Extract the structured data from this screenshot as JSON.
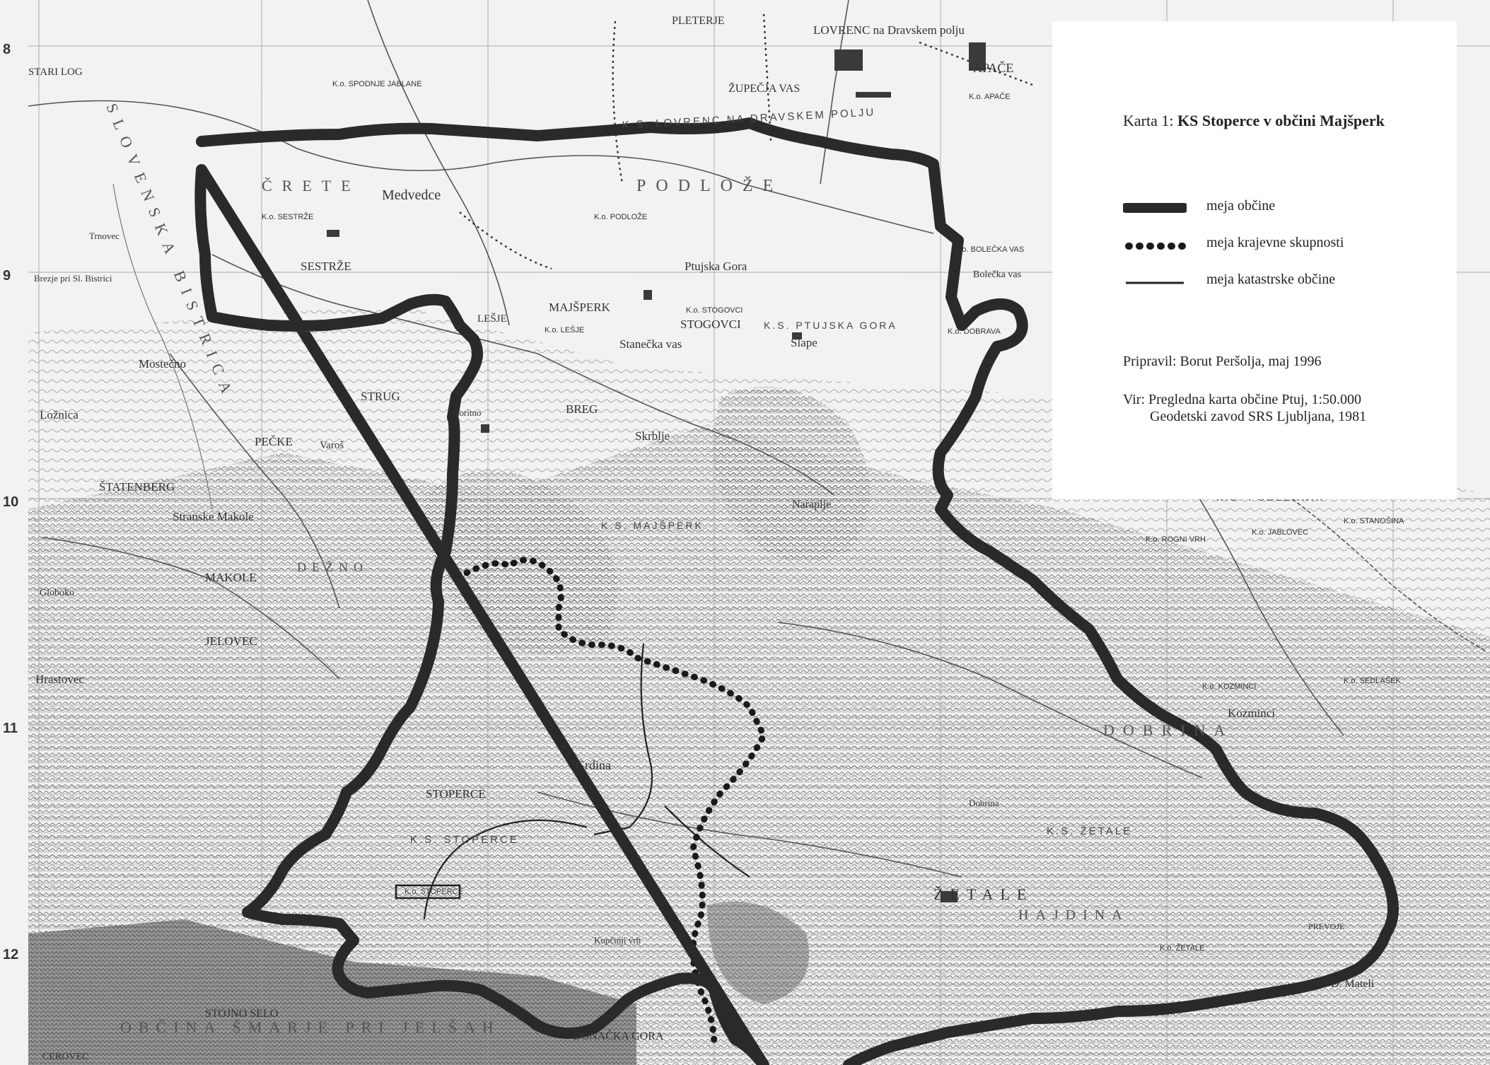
{
  "legend": {
    "title_prefix": "Karta 1:",
    "title_bold": "KS Stoperce v občini Majšperk",
    "items": [
      {
        "label": "meja občine",
        "symbol": "thick-line"
      },
      {
        "label": "meja krajevne skupnosti",
        "symbol": "dotted-line"
      },
      {
        "label": "meja katastrske občine",
        "symbol": "thin-line"
      }
    ],
    "prepared_by": "Pripravil: Borut Peršolja, maj 1996",
    "source_line1": "Vir: Pregledna karta občine Ptuj, 1:50.000",
    "source_line2": "Geodetski zavod SRS Ljubljana, 1981"
  },
  "grid_rows": [
    "8",
    "9",
    "10",
    "11",
    "12"
  ],
  "places": [
    {
      "name": "STARI LOG"
    },
    {
      "name": "Medvedce"
    },
    {
      "name": "SESTRŽE"
    },
    {
      "name": "MAJŠPERK"
    },
    {
      "name": "LEŠJE"
    },
    {
      "name": "STOGOVCI"
    },
    {
      "name": "Stanečka vas"
    },
    {
      "name": "Slape"
    },
    {
      "name": "Ptujska Gora"
    },
    {
      "name": "Mostečno"
    },
    {
      "name": "STRUG"
    },
    {
      "name": "Koritno"
    },
    {
      "name": "BREG"
    },
    {
      "name": "Skrblje"
    },
    {
      "name": "Ložnica"
    },
    {
      "name": "PEČKE"
    },
    {
      "name": "Varoš"
    },
    {
      "name": "ŠTATENBERG"
    },
    {
      "name": "Stranske Makole"
    },
    {
      "name": "MAKOLE"
    },
    {
      "name": "JELOVEC"
    },
    {
      "name": "Hrastovec"
    },
    {
      "name": "Globoko"
    },
    {
      "name": "Naraplje"
    },
    {
      "name": "Grdina"
    },
    {
      "name": "STOPERCE"
    },
    {
      "name": "Kozminci"
    },
    {
      "name": "PREVOJE"
    },
    {
      "name": "D. Mateli"
    },
    {
      "name": "LOVRENC na Dravskem polju"
    },
    {
      "name": "APAČE"
    },
    {
      "name": "ŽUPEČJA VAS"
    },
    {
      "name": "PLETERJE"
    },
    {
      "name": "Bolečka vas"
    },
    {
      "name": "Trnovec"
    },
    {
      "name": "Brezje pri Sl. Bistrici"
    },
    {
      "name": "ŽETALE"
    },
    {
      "name": "DONAČKA GORA"
    },
    {
      "name": "STOJNO SELO"
    },
    {
      "name": "CEROVEC"
    },
    {
      "name": "Kupčinji vrh"
    },
    {
      "name": "Dobrina"
    }
  ],
  "regions": [
    {
      "name": "PODLOŽE"
    },
    {
      "name": "ČRETE"
    },
    {
      "name": "SLOVENSKA BISTRICA"
    },
    {
      "name": "DOBRINA"
    },
    {
      "name": "OBČINA ŠMARJE PRI JELŠAH"
    },
    {
      "name": "DEŽNO"
    },
    {
      "name": "HAJDINA"
    }
  ],
  "ks_labels": [
    {
      "name": "K.S. LOVRENC NA DRAVSKEM POLJU"
    },
    {
      "name": "K.S. PTUJSKA GORA"
    },
    {
      "name": "K.S. MAJŠPERK"
    },
    {
      "name": "K.S. STOPERCE"
    },
    {
      "name": "K.S. ŽETALE"
    },
    {
      "name": "K.S. PODLEHNIK"
    }
  ],
  "ko_labels": [
    {
      "name": "K.o. SPODNJE JABLANE"
    },
    {
      "name": "K.o. SESTRŽE"
    },
    {
      "name": "K.o. PODLOŽE"
    },
    {
      "name": "K.o. BOLEČKA VAS"
    },
    {
      "name": "K.o. LEŠJE"
    },
    {
      "name": "K.o. STOGOVCI"
    },
    {
      "name": "K.o. STOPERCE"
    },
    {
      "name": "K.o. APAČE"
    },
    {
      "name": "K.o. ROGNI VRH"
    },
    {
      "name": "K.o. SEDLAŠEK"
    },
    {
      "name": "K.o. KOZMINCI"
    },
    {
      "name": "K.o. ŽETALE"
    },
    {
      "name": "K.o. JABLOVEC"
    },
    {
      "name": "K.o. STANOŠINA"
    },
    {
      "name": "K.o. DOBRAVA"
    }
  ],
  "colors": {
    "boundary": "#2a2a2a",
    "paper": "#f2f2f0",
    "legend_bg": "#ffffff",
    "terrain": "#7a7a7a"
  }
}
